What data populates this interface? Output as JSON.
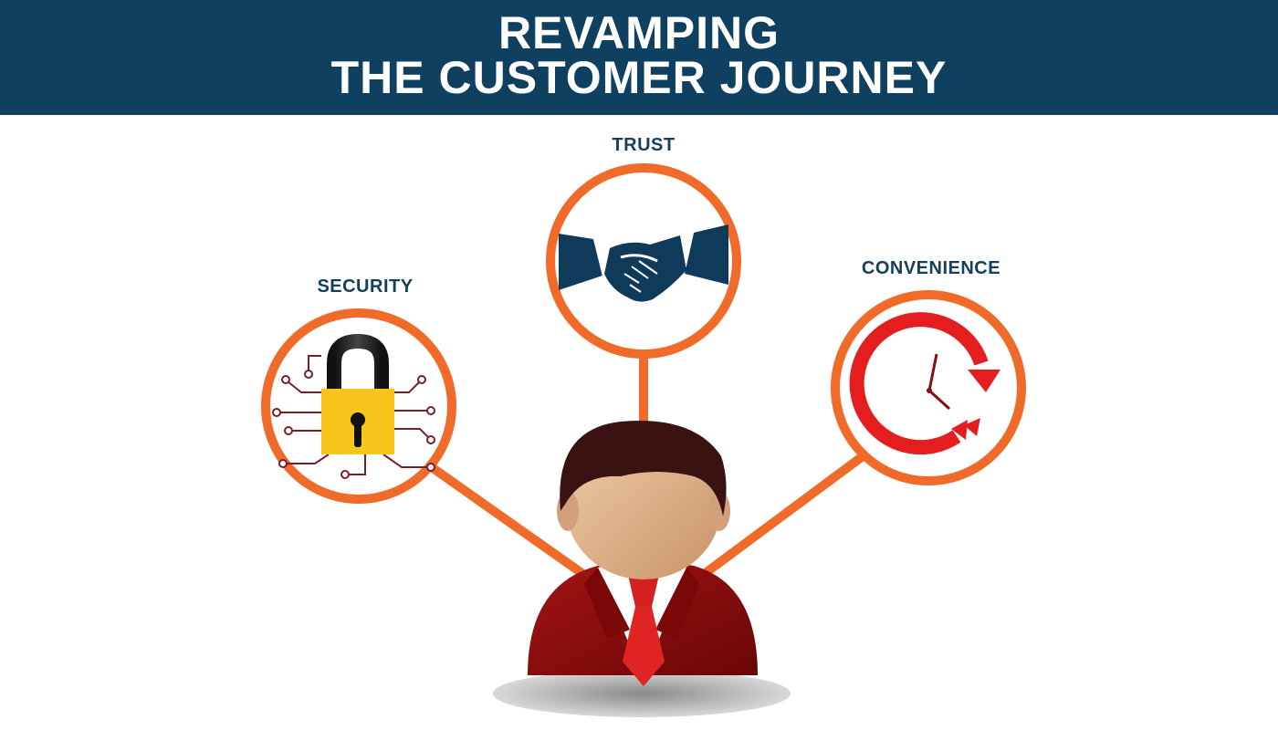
{
  "title": {
    "line1": "REVAMPING",
    "line2": "THE CUSTOMER JOURNEY"
  },
  "nodes": {
    "trust": {
      "label": "TRUST",
      "icon": "handshake-icon"
    },
    "security": {
      "label": "SECURITY",
      "icon": "padlock-icon"
    },
    "convenience": {
      "label": "CONVENIENCE",
      "icon": "clock-arrow-icon"
    }
  },
  "center": {
    "icon": "businessman-icon"
  },
  "colors": {
    "header_bg": "#0f4060",
    "header_text": "#ffffff",
    "label_text": "#14405c",
    "ring": "#f06a2a",
    "suit": "#8a0d0d",
    "tie": "#d92020",
    "hair": "#3b1212",
    "skin": "#deb088",
    "lock_body": "#f7c51c",
    "clock_red": "#e41e1e",
    "handshake": "#0f3a5a"
  }
}
